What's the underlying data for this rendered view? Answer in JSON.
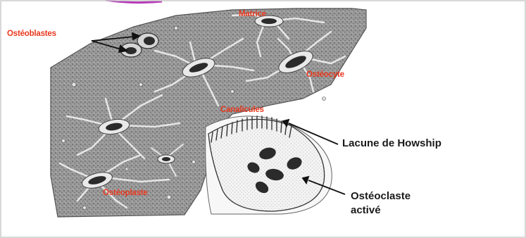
{
  "labels": {
    "osteoblastes": "Ostéoblastes",
    "matrice": "Matrice",
    "osteocyte": "Ostéocyte",
    "canalicules": "Canalicules",
    "osteoplaste": "Ostéoplaste",
    "lacune": "Lacune de Howship",
    "osteoclaste_line1": "Ostéoclaste",
    "osteoclaste_line2": "activé"
  },
  "colors": {
    "red_label": "#e8381e",
    "black_label": "#1a1a1a",
    "matrix": "#8c8c8c",
    "lacuna": "#f2f2f2",
    "nucleus": "#2b2b2b"
  }
}
